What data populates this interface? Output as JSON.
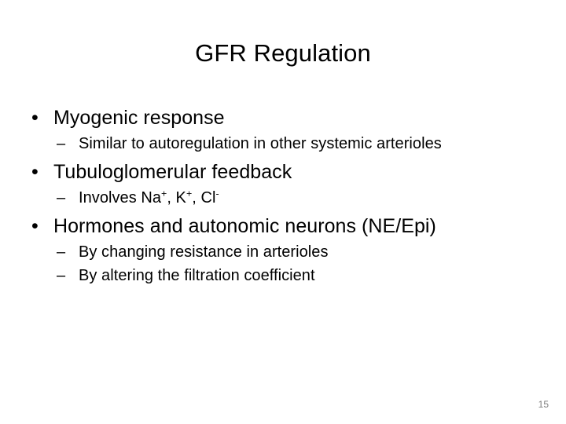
{
  "slide": {
    "title": "GFR Regulation",
    "background_color": "#ffffff",
    "text_color": "#000000",
    "page_number": "15",
    "page_number_color": "#808080",
    "bullet_glyph_level1": "•",
    "bullet_glyph_level2": "–",
    "content": [
      {
        "level": 1,
        "text": "Myogenic response"
      },
      {
        "level": 2,
        "text": "Similar to autoregulation in other systemic arterioles"
      },
      {
        "level": 1,
        "text": "Tubuloglomerular feedback"
      },
      {
        "level": 2,
        "text_prefix": "Involves Na",
        "sup1": "+",
        "text_mid1": ", K",
        "sup2": "+",
        "text_mid2": ", Cl",
        "sup3": "-",
        "text": "Involves Na+, K+, Cl-"
      },
      {
        "level": 1,
        "text": "Hormones and autonomic neurons (NE/Epi)"
      },
      {
        "level": 2,
        "text": "By changing resistance in arterioles"
      },
      {
        "level": 2,
        "text": "By altering the filtration coefficient"
      }
    ]
  }
}
